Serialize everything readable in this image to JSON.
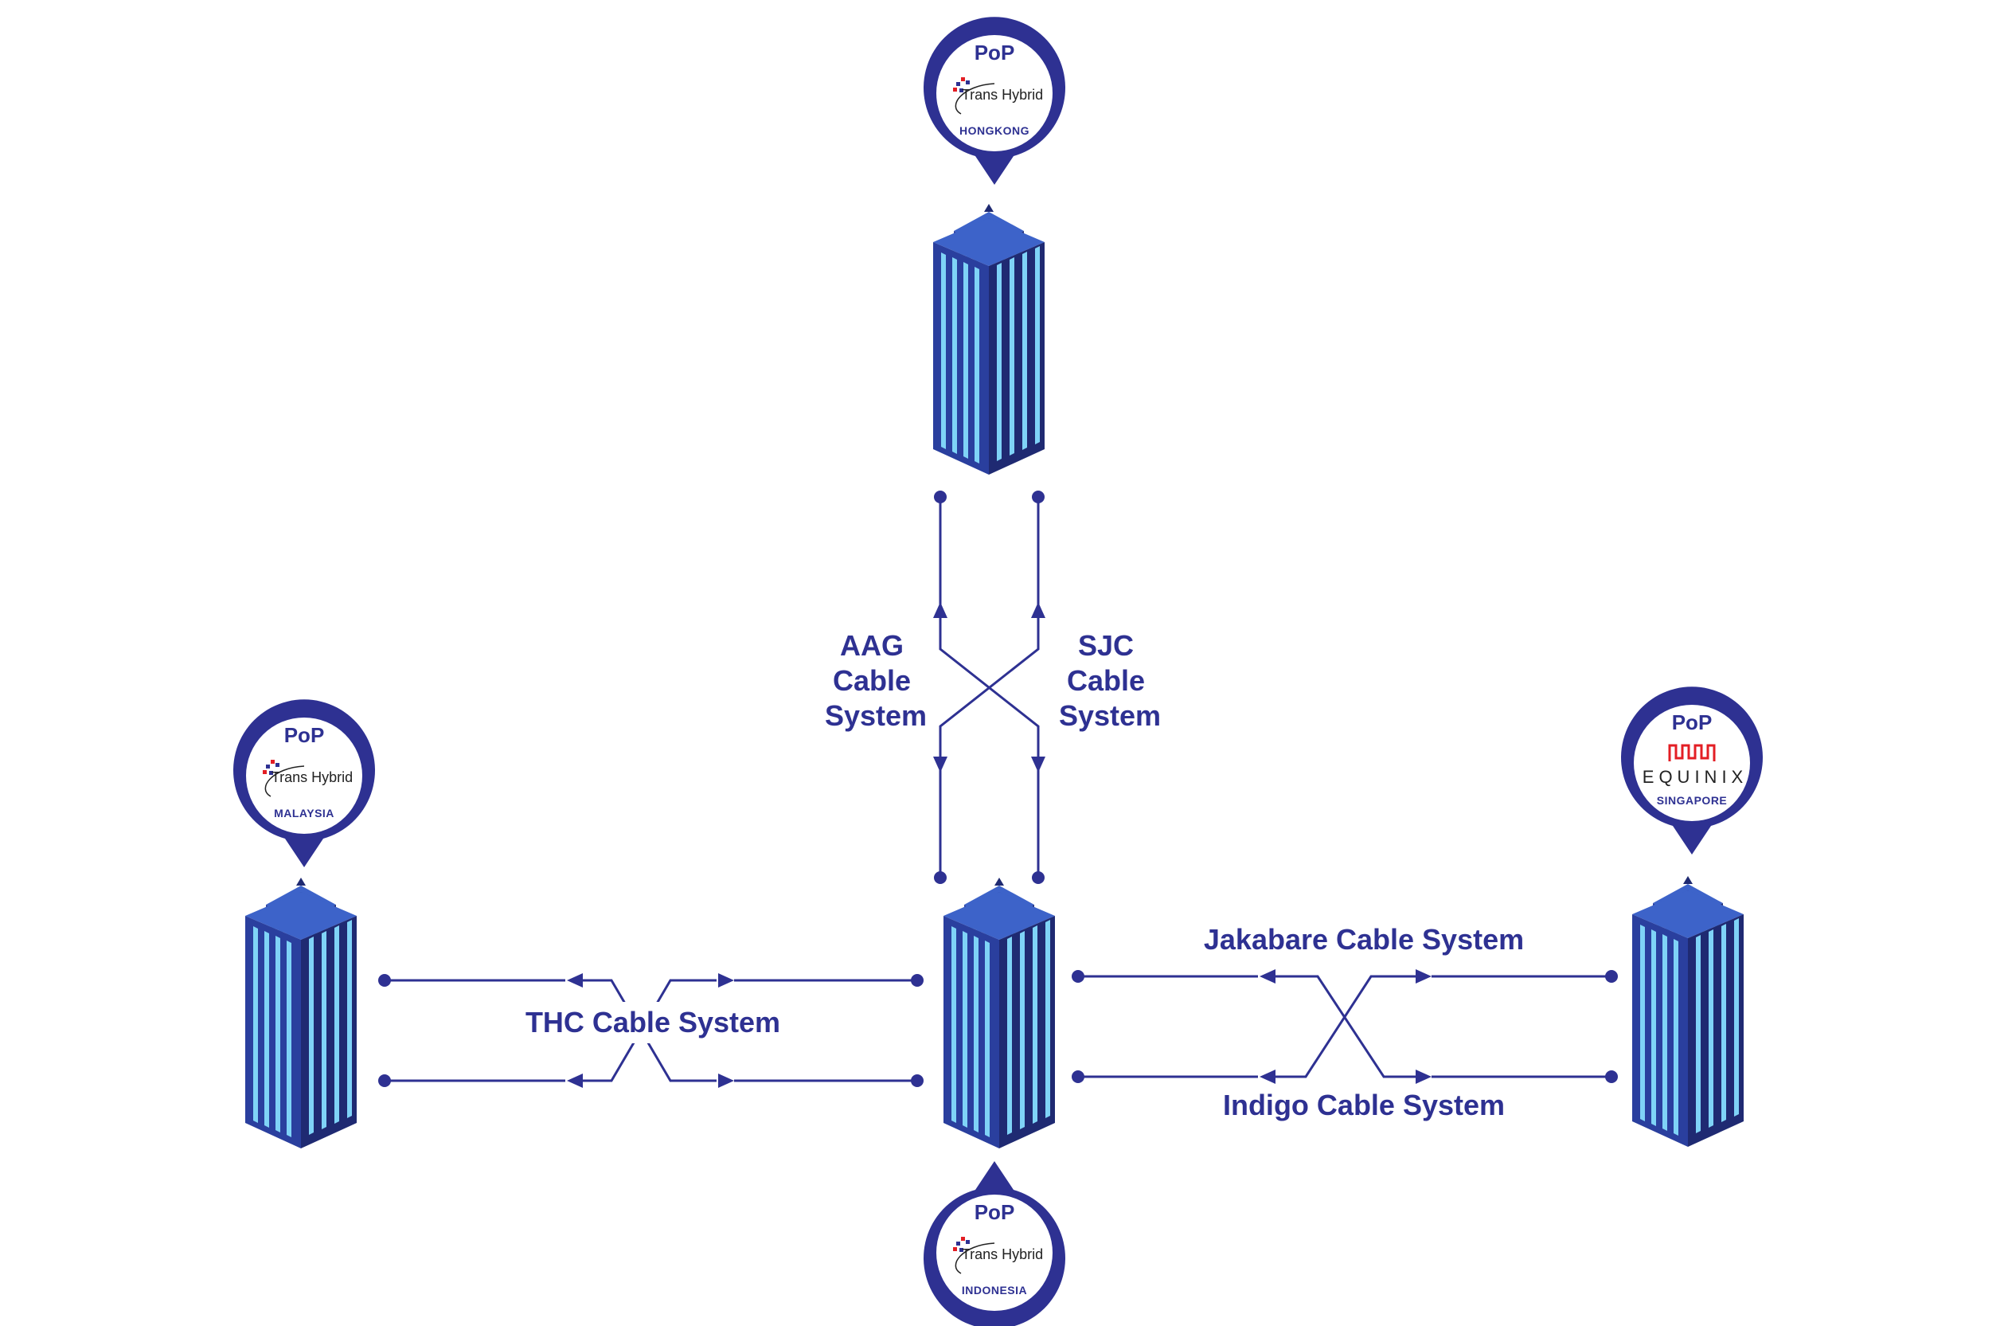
{
  "colors": {
    "accent": "#2e3192",
    "building_dark": "#1f2a72",
    "building_mid": "#2a3f9e",
    "building_light": "#3d63c9",
    "window": "#7fd3f7",
    "logo_red": "#e31e24"
  },
  "pops": {
    "hongkong": {
      "title": "PoP",
      "logo": "trans-hybrid-logo",
      "brand": "Trans Hybrid",
      "place": "HONGKONG"
    },
    "malaysia": {
      "title": "PoP",
      "logo": "trans-hybrid-logo",
      "brand": "Trans Hybrid",
      "place": "MALAYSIA"
    },
    "indonesia": {
      "title": "PoP",
      "logo": "trans-hybrid-logo",
      "brand": "Trans Hybrid",
      "place": "INDONESIA"
    },
    "singapore": {
      "title": "PoP",
      "logo": "equinix-logo",
      "brand": "EQUINIX",
      "place": "SINGAPORE"
    }
  },
  "cables": {
    "aag": {
      "lines": [
        "AAG",
        "Cable",
        "System"
      ]
    },
    "sjc": {
      "lines": [
        "SJC",
        "Cable",
        "System"
      ]
    },
    "thc": {
      "label": "THC Cable System"
    },
    "jakabare": {
      "label": "Jakabare Cable System"
    },
    "indigo": {
      "label": "Indigo Cable System"
    }
  }
}
